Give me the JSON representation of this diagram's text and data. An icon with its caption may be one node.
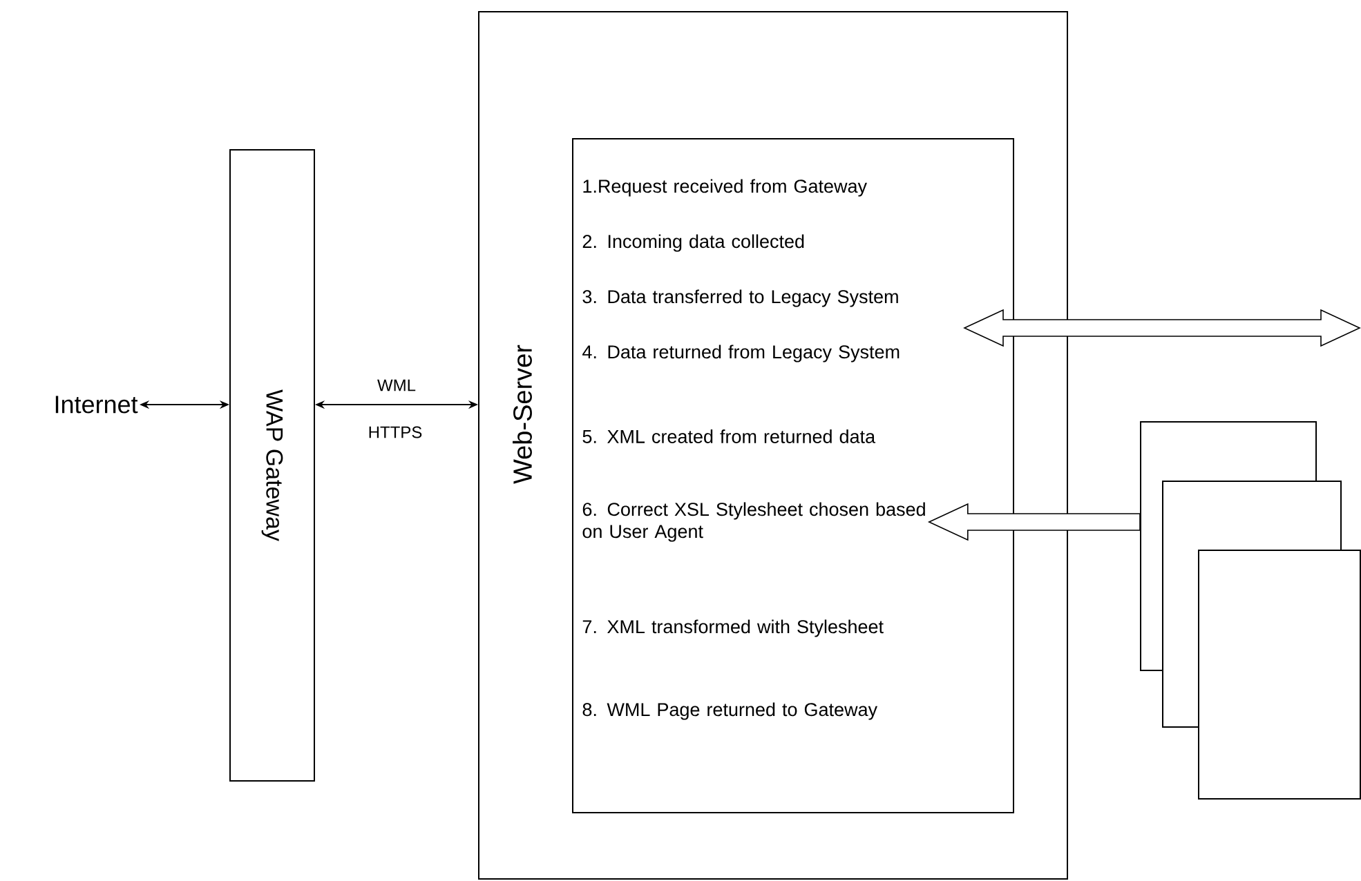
{
  "diagram": {
    "nodes": [
      {
        "text": [
          "Internet"
        ]
      },
      {
        "text": [
          "WAP Gateway"
        ]
      },
      {
        "text": [
          "Web-Server"
        ]
      },
      {
        "text": [],
        "shape": "box",
        "in": 2
      },
      {
        "text": [
          "1.Request received from Gateway"
        ],
        "in": 3
      },
      {
        "text": [
          "2. Incoming data collected"
        ],
        "in": 3
      },
      {
        "text": [
          "3. Data transferred to Legacy System"
        ],
        "in": 3
      },
      {
        "text": [
          "4. Data returned from Legacy System"
        ],
        "in": 3
      },
      {
        "text": [
          "5. XML created from returned data"
        ],
        "in": 3
      },
      {
        "text": [
          "6. Correct XSL Stylesheet chosen based on User Agent"
        ],
        "in": 3
      },
      {
        "text": [
          "7. XML transformed with Stylesheet"
        ],
        "in": 3
      },
      {
        "text": [
          "8. WML Page returned to Gateway"
        ],
        "in": 3
      },
      {
        "text": [],
        "shape": "box"
      },
      {
        "text": [],
        "shape": "box"
      },
      {
        "text": [],
        "shape": "box"
      }
    ],
    "edges": [
      {
        "from": 0,
        "to": 1,
        "arrow": "both"
      },
      {
        "from": 1,
        "to": 2,
        "arrow": "both",
        "label": "WML"
      },
      {
        "from": 3,
        "to": null,
        "arrow": "both"
      },
      {
        "from": 12,
        "to": 9,
        "arrow": "to"
      }
    ],
    "labels": [
      "HTTPS"
    ]
  }
}
